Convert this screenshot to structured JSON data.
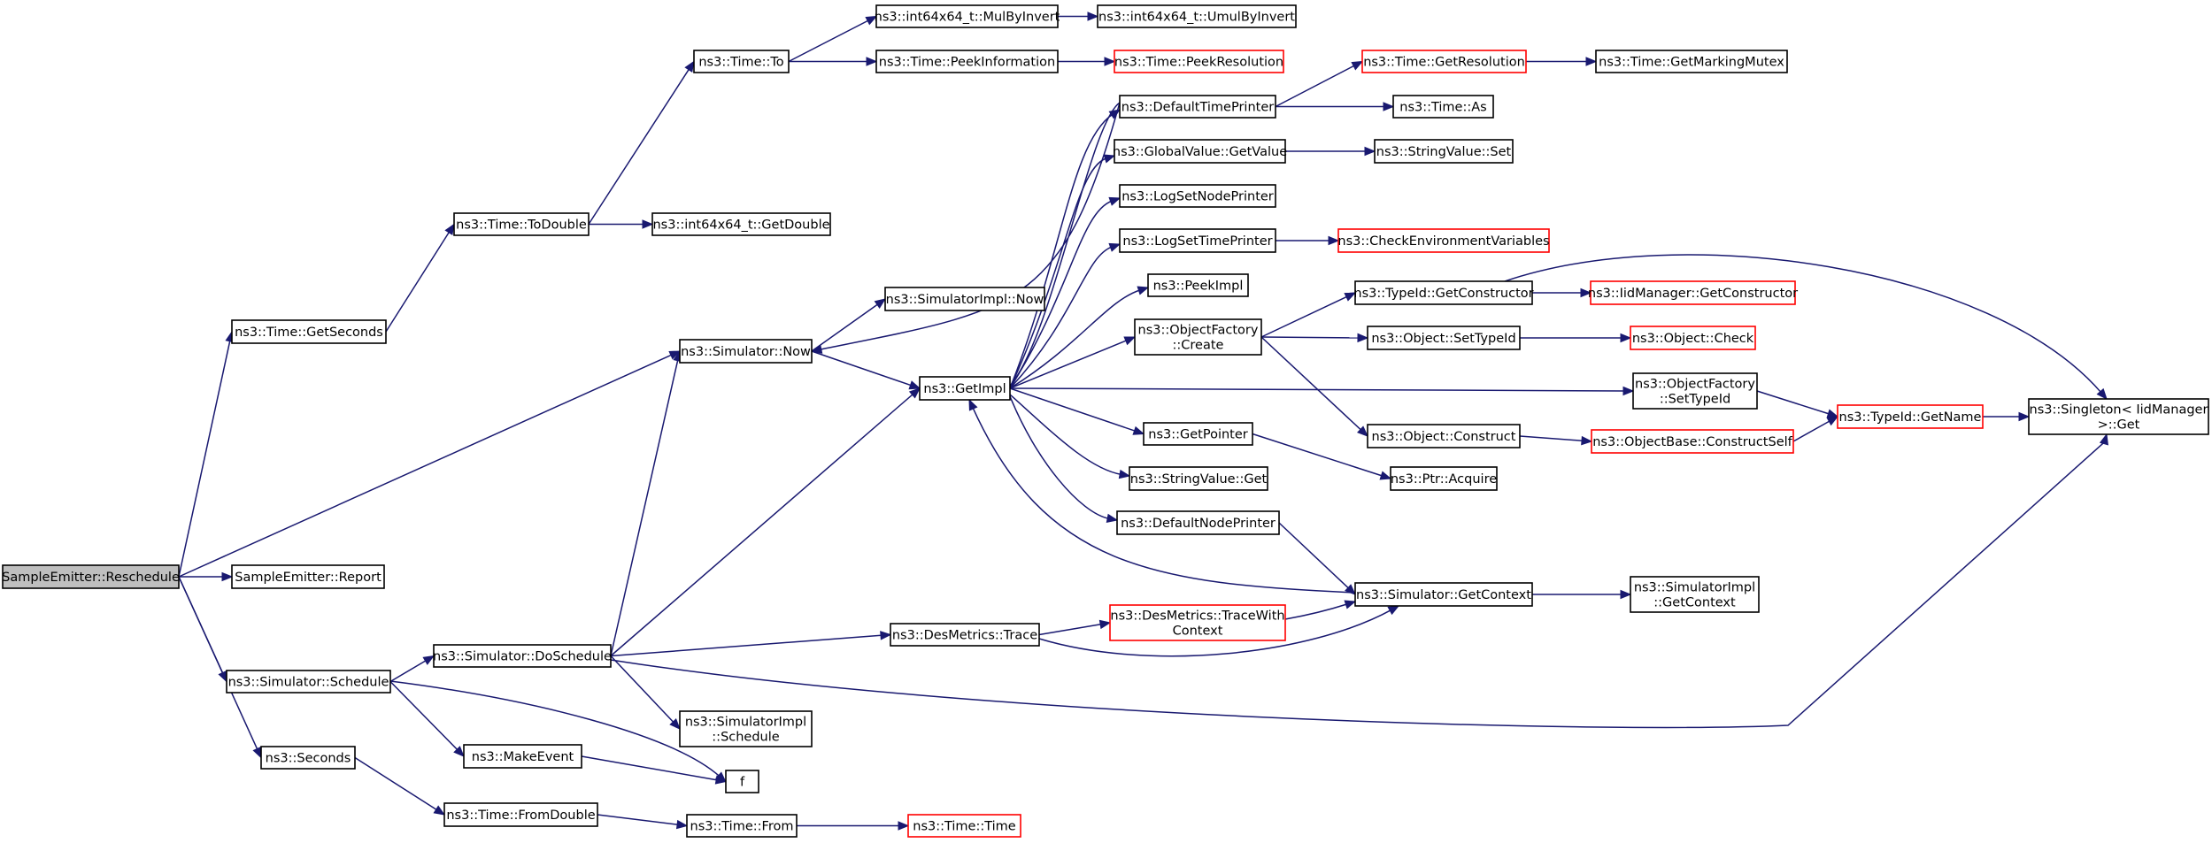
{
  "colors": {
    "edge": "#191970",
    "node_border": "#000000",
    "node_border_truncated": "#ff0000",
    "node_fill": "#ffffff",
    "root_fill": "#bfbfbf"
  },
  "nodes": [
    {
      "id": "reschedule",
      "lines": [
        "SampleEmitter::Reschedule"
      ],
      "kind": "root"
    },
    {
      "id": "getseconds",
      "lines": [
        "ns3::Time::GetSeconds"
      ],
      "kind": "normal"
    },
    {
      "id": "todouble",
      "lines": [
        "ns3::Time::ToDouble"
      ],
      "kind": "normal"
    },
    {
      "id": "timeto",
      "lines": [
        "ns3::Time::To"
      ],
      "kind": "normal"
    },
    {
      "id": "mulbyinvert",
      "lines": [
        "ns3::int64x64_t::MulByInvert"
      ],
      "kind": "normal"
    },
    {
      "id": "umulbyinvert",
      "lines": [
        "ns3::int64x64_t::UmulByInvert"
      ],
      "kind": "normal"
    },
    {
      "id": "peekinformation",
      "lines": [
        "ns3::Time::PeekInformation"
      ],
      "kind": "normal"
    },
    {
      "id": "peekresolution",
      "lines": [
        "ns3::Time::PeekResolution"
      ],
      "kind": "truncated"
    },
    {
      "id": "getdouble",
      "lines": [
        "ns3::int64x64_t::GetDouble"
      ],
      "kind": "normal"
    },
    {
      "id": "simnow",
      "lines": [
        "ns3::Simulator::Now"
      ],
      "kind": "normal"
    },
    {
      "id": "implnow",
      "lines": [
        "ns3::SimulatorImpl::Now"
      ],
      "kind": "normal"
    },
    {
      "id": "getimpl",
      "lines": [
        "ns3::GetImpl"
      ],
      "kind": "normal"
    },
    {
      "id": "defaulttimeprinter",
      "lines": [
        "ns3::DefaultTimePrinter"
      ],
      "kind": "normal"
    },
    {
      "id": "getresolution",
      "lines": [
        "ns3::Time::GetResolution"
      ],
      "kind": "truncated"
    },
    {
      "id": "getmarkingmutex",
      "lines": [
        "ns3::Time::GetMarkingMutex"
      ],
      "kind": "normal"
    },
    {
      "id": "timeas",
      "lines": [
        "ns3::Time::As"
      ],
      "kind": "normal"
    },
    {
      "id": "globalvalue",
      "lines": [
        "ns3::GlobalValue::GetValue"
      ],
      "kind": "normal"
    },
    {
      "id": "stringvalueset",
      "lines": [
        "ns3::StringValue::Set"
      ],
      "kind": "normal"
    },
    {
      "id": "logsetnodeprinter",
      "lines": [
        "ns3::LogSetNodePrinter"
      ],
      "kind": "normal"
    },
    {
      "id": "logsettimeprinter",
      "lines": [
        "ns3::LogSetTimePrinter"
      ],
      "kind": "normal"
    },
    {
      "id": "checkenv",
      "lines": [
        "ns3::CheckEnvironmentVariables"
      ],
      "kind": "truncated"
    },
    {
      "id": "peekimpl",
      "lines": [
        "ns3::PeekImpl"
      ],
      "kind": "normal"
    },
    {
      "id": "objfactorycreate",
      "lines": [
        "ns3::ObjectFactory",
        "::Create"
      ],
      "kind": "normal"
    },
    {
      "id": "typeidgetconstructor",
      "lines": [
        "ns3::TypeId::GetConstructor"
      ],
      "kind": "normal"
    },
    {
      "id": "iidmanagergetconstructor",
      "lines": [
        "ns3::IidManager::GetConstructor"
      ],
      "kind": "truncated"
    },
    {
      "id": "objectsettypeid",
      "lines": [
        "ns3::Object::SetTypeId"
      ],
      "kind": "normal"
    },
    {
      "id": "objectcheck",
      "lines": [
        "ns3::Object::Check"
      ],
      "kind": "truncated"
    },
    {
      "id": "objfactorysettypeid",
      "lines": [
        "ns3::ObjectFactory",
        "::SetTypeId"
      ],
      "kind": "normal"
    },
    {
      "id": "typeidgetname",
      "lines": [
        "ns3::TypeId::GetName"
      ],
      "kind": "truncated"
    },
    {
      "id": "singletonget",
      "lines": [
        "ns3::Singleton< IidManager",
        ">::Get"
      ],
      "kind": "normal"
    },
    {
      "id": "objectconstruct",
      "lines": [
        "ns3::Object::Construct"
      ],
      "kind": "normal"
    },
    {
      "id": "constructself",
      "lines": [
        "ns3::ObjectBase::ConstructSelf"
      ],
      "kind": "truncated"
    },
    {
      "id": "getpointer",
      "lines": [
        "ns3::GetPointer"
      ],
      "kind": "normal"
    },
    {
      "id": "ptracquire",
      "lines": [
        "ns3::Ptr::Acquire"
      ],
      "kind": "normal"
    },
    {
      "id": "stringvalueget",
      "lines": [
        "ns3::StringValue::Get"
      ],
      "kind": "normal"
    },
    {
      "id": "defaultnodeprinter",
      "lines": [
        "ns3::DefaultNodePrinter"
      ],
      "kind": "normal"
    },
    {
      "id": "simgetcontext",
      "lines": [
        "ns3::Simulator::GetContext"
      ],
      "kind": "normal"
    },
    {
      "id": "implgetcontext",
      "lines": [
        "ns3::SimulatorImpl",
        "::GetContext"
      ],
      "kind": "normal"
    },
    {
      "id": "report",
      "lines": [
        "SampleEmitter::Report"
      ],
      "kind": "normal"
    },
    {
      "id": "simschedule",
      "lines": [
        "ns3::Simulator::Schedule"
      ],
      "kind": "normal"
    },
    {
      "id": "doschedule",
      "lines": [
        "ns3::Simulator::DoSchedule"
      ],
      "kind": "normal"
    },
    {
      "id": "desmetricstrace",
      "lines": [
        "ns3::DesMetrics::Trace"
      ],
      "kind": "normal"
    },
    {
      "id": "tracewithcontext",
      "lines": [
        "ns3::DesMetrics::TraceWith",
        "Context"
      ],
      "kind": "truncated"
    },
    {
      "id": "implschedule",
      "lines": [
        "ns3::SimulatorImpl",
        "::Schedule"
      ],
      "kind": "normal"
    },
    {
      "id": "makeevent",
      "lines": [
        "ns3::MakeEvent"
      ],
      "kind": "normal"
    },
    {
      "id": "f",
      "lines": [
        "f"
      ],
      "kind": "normal"
    },
    {
      "id": "seconds",
      "lines": [
        "ns3::Seconds"
      ],
      "kind": "normal"
    },
    {
      "id": "fromdouble",
      "lines": [
        "ns3::Time::FromDouble"
      ],
      "kind": "normal"
    },
    {
      "id": "timefrom",
      "lines": [
        "ns3::Time::From"
      ],
      "kind": "normal"
    },
    {
      "id": "timetime",
      "lines": [
        "ns3::Time::Time"
      ],
      "kind": "truncated"
    }
  ],
  "edges": [
    [
      "reschedule",
      "getseconds"
    ],
    [
      "reschedule",
      "simnow"
    ],
    [
      "reschedule",
      "report"
    ],
    [
      "reschedule",
      "simschedule"
    ],
    [
      "reschedule",
      "seconds"
    ],
    [
      "getseconds",
      "todouble"
    ],
    [
      "todouble",
      "timeto"
    ],
    [
      "todouble",
      "getdouble"
    ],
    [
      "timeto",
      "mulbyinvert"
    ],
    [
      "timeto",
      "peekinformation"
    ],
    [
      "mulbyinvert",
      "umulbyinvert"
    ],
    [
      "peekinformation",
      "peekresolution"
    ],
    [
      "simnow",
      "implnow"
    ],
    [
      "simnow",
      "getimpl"
    ],
    [
      "getimpl",
      "defaulttimeprinter"
    ],
    [
      "getimpl",
      "globalvalue"
    ],
    [
      "getimpl",
      "logsetnodeprinter"
    ],
    [
      "getimpl",
      "logsettimeprinter"
    ],
    [
      "getimpl",
      "peekimpl"
    ],
    [
      "getimpl",
      "objfactorycreate"
    ],
    [
      "getimpl",
      "objfactorysettypeid"
    ],
    [
      "getimpl",
      "getpointer"
    ],
    [
      "getimpl",
      "stringvalueget"
    ],
    [
      "getimpl",
      "defaultnodeprinter"
    ],
    [
      "getimpl",
      "simnow"
    ],
    [
      "defaulttimeprinter",
      "getresolution"
    ],
    [
      "defaulttimeprinter",
      "timeas"
    ],
    [
      "getresolution",
      "getmarkingmutex"
    ],
    [
      "globalvalue",
      "stringvalueset"
    ],
    [
      "logsettimeprinter",
      "checkenv"
    ],
    [
      "objfactorycreate",
      "typeidgetconstructor"
    ],
    [
      "objfactorycreate",
      "objectsettypeid"
    ],
    [
      "objfactorycreate",
      "objectconstruct"
    ],
    [
      "typeidgetconstructor",
      "iidmanagergetconstructor"
    ],
    [
      "typeidgetconstructor",
      "singletonget"
    ],
    [
      "objectsettypeid",
      "objectcheck"
    ],
    [
      "objfactorysettypeid",
      "typeidgetname"
    ],
    [
      "typeidgetname",
      "singletonget"
    ],
    [
      "objectconstruct",
      "constructself"
    ],
    [
      "constructself",
      "typeidgetname"
    ],
    [
      "getpointer",
      "ptracquire"
    ],
    [
      "defaultnodeprinter",
      "simgetcontext"
    ],
    [
      "simgetcontext",
      "getimpl"
    ],
    [
      "simgetcontext",
      "implgetcontext"
    ],
    [
      "simschedule",
      "doschedule"
    ],
    [
      "simschedule",
      "makeevent"
    ],
    [
      "simschedule",
      "f"
    ],
    [
      "doschedule",
      "simnow"
    ],
    [
      "doschedule",
      "getimpl"
    ],
    [
      "doschedule",
      "desmetricstrace"
    ],
    [
      "doschedule",
      "implschedule"
    ],
    [
      "doschedule",
      "singletonget"
    ],
    [
      "desmetricstrace",
      "tracewithcontext"
    ],
    [
      "desmetricstrace",
      "simgetcontext"
    ],
    [
      "tracewithcontext",
      "simgetcontext"
    ],
    [
      "makeevent",
      "f"
    ],
    [
      "seconds",
      "fromdouble"
    ],
    [
      "fromdouble",
      "timefrom"
    ],
    [
      "timefrom",
      "timetime"
    ]
  ]
}
